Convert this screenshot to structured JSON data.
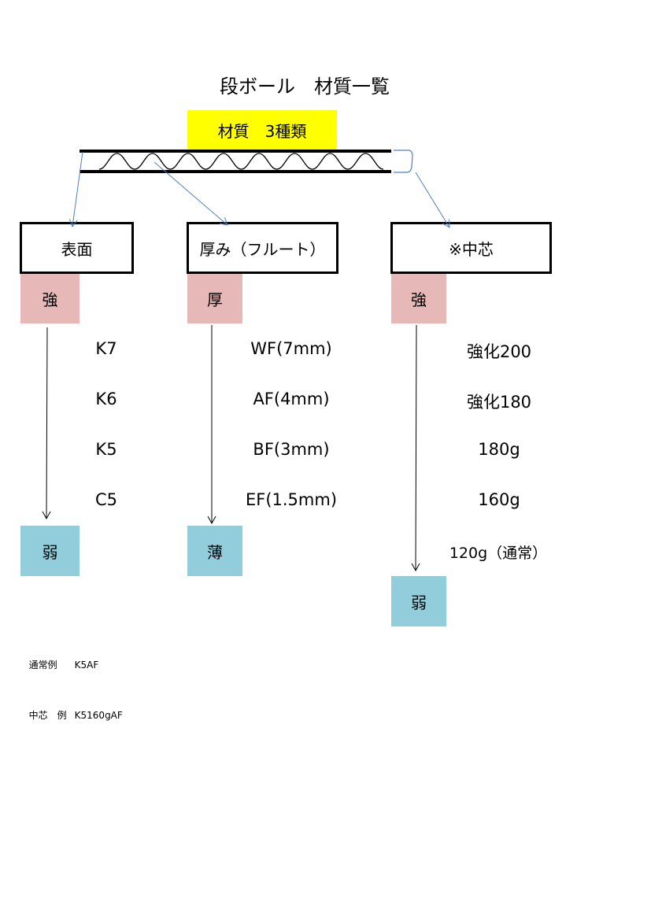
{
  "title": "段ボール　材質一覧",
  "header_label": "材質　3種類",
  "colors": {
    "header_highlight": "#ffff00",
    "strong_swatch": "#e6b8b7",
    "weak_swatch": "#92cddc",
    "arrow_blue": "#4f81bd"
  },
  "columns": [
    {
      "heading": "表面",
      "top_label": "強",
      "bottom_label": "弱",
      "items": [
        "K7",
        "K6",
        "K5",
        "C5"
      ]
    },
    {
      "heading": "厚み（フルート）",
      "top_label": "厚",
      "bottom_label": "薄",
      "items": [
        "WF(7mm)",
        "AF(4mm)",
        "BF(3mm)",
        "EF(1.5mm)"
      ]
    },
    {
      "heading": "※中芯",
      "top_label": "強",
      "bottom_label": "弱",
      "items": [
        "強化200",
        "強化180",
        "180g",
        "160g",
        "120g（通常）"
      ]
    }
  ],
  "notes": [
    {
      "label": "通常例",
      "value": "K5AF"
    },
    {
      "label": "中芯　例",
      "value": "K5160gAF"
    }
  ]
}
